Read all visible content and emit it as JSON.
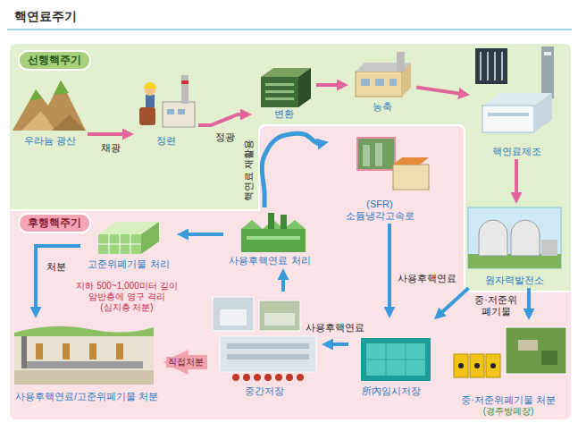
{
  "diagram": {
    "title": "핵연료주기",
    "nodes": [
      {
        "text": [
          "선행핵주기"
        ]
      },
      {
        "text": [
          "우라늄 광산"
        ],
        "in": 0
      },
      {
        "text": [
          "정련"
        ],
        "in": 0
      },
      {
        "text": [
          "변환"
        ],
        "in": 0
      },
      {
        "text": [
          "농축"
        ],
        "in": 0
      },
      {
        "text": [
          "핵연료제조"
        ],
        "in": 0
      },
      {
        "text": [
          "원자력발전소"
        ],
        "in": 0
      },
      {
        "text": [
          "후행핵주기"
        ]
      },
      {
        "text": [
          "(SFR) 소듐냉각고속로"
        ],
        "in": 7
      },
      {
        "text": [
          "고준위폐기물 처리"
        ],
        "in": 7
      },
      {
        "text": [
          "사용후핵연료 처리"
        ],
        "in": 7
      },
      {
        "text": [
          "사용후핵연료/고준위폐기물 처분"
        ],
        "in": 7
      },
      {
        "text": [
          "중간저장"
        ],
        "in": 7
      },
      {
        "text": [
          "所內임시저장"
        ],
        "in": 7
      },
      {
        "text": [
          "중·저준위폐기물 처분",
          "(경주방폐장)"
        ],
        "in": 7
      }
    ],
    "edges": [
      {
        "from": 1,
        "to": 2,
        "label": "채광",
        "arrow": "to"
      },
      {
        "from": 2,
        "to": 3,
        "label": "정광",
        "arrow": "to"
      },
      {
        "from": 3,
        "to": 4,
        "arrow": "to"
      },
      {
        "from": 4,
        "to": 5,
        "arrow": "to"
      },
      {
        "from": 5,
        "to": 6,
        "arrow": "to"
      },
      {
        "from": 10,
        "to": 8,
        "label": "핵연료 재활용",
        "arrow": "to"
      },
      {
        "from": 8,
        "to": 13,
        "arrow": "to"
      },
      {
        "from": 6,
        "to": 13,
        "label": "사용후핵연료",
        "arrow": "to"
      },
      {
        "from": 6,
        "to": 14,
        "label": "중·저준위 폐기물",
        "arrow": "to"
      },
      {
        "from": 13,
        "to": 12,
        "label": "사용후핵연료",
        "arrow": "to"
      },
      {
        "from": 12,
        "to": 10,
        "arrow": "to"
      },
      {
        "from": 10,
        "to": 9,
        "arrow": "to"
      },
      {
        "from": 9,
        "to": 11,
        "label": "처분",
        "arrow": "to"
      },
      {
        "from": 12,
        "to": 11,
        "label": "직접처분",
        "arrow": "to"
      }
    ],
    "labels": [
      "지하 500~1,000미터 깊이 암반층에 영구 격리 (심지층 처분)"
    ]
  }
}
